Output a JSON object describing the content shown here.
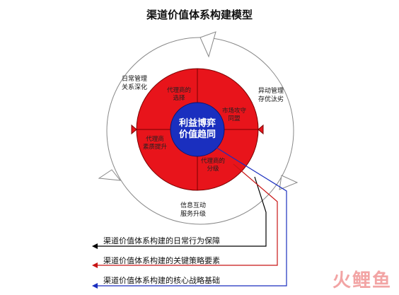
{
  "title": "渠道价值体系构建模型",
  "outer_ring": {
    "segments": [
      {
        "label_line1": "日常管理",
        "label_line2": "关系深化"
      },
      {
        "label_line1": "异动管理",
        "label_line2": "存优汰劣"
      },
      {
        "label_line1": "信息互动",
        "label_line2": "服务升级"
      }
    ]
  },
  "middle_ring": {
    "segments": [
      {
        "label_line1": "代理商的",
        "label_line2": "选择"
      },
      {
        "label_line1": "市场攻守",
        "label_line2": "同盟"
      },
      {
        "label_line1": "代理商的",
        "label_line2": "分级"
      },
      {
        "label_line1": "代理商",
        "label_line2": "素质提升"
      }
    ],
    "color": "#e8141b"
  },
  "core": {
    "line1": "利益博弈",
    "line2": "价值趋同",
    "color": "#1a2fbf"
  },
  "legend": [
    {
      "text": "渠道价值体系构建的日常行为保障",
      "color": "#000000"
    },
    {
      "text": "渠道价值体系构建的关键策略要素",
      "color": "#c81414"
    },
    {
      "text": "渠道价值体系构建的核心战略基础",
      "color": "#1a2fbf"
    }
  ],
  "watermark": "火鲤鱼"
}
